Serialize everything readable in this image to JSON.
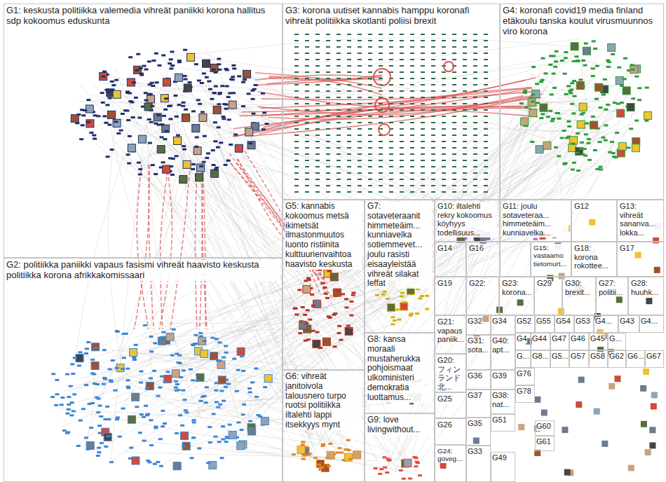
{
  "diagram": {
    "nodes": [
      {
        "text": [
          "G1: keskusta politiikka valemedia vihreät paniikki korona hallitus sdp kokoomus eduskunta"
        ]
      },
      {
        "text": [
          "G3: korona uutiset kannabis hamppu koronafi vihreät politiikka skotlanti poliisi brexit"
        ]
      },
      {
        "text": [
          "G4: koronafi covid19 media finland etäkoulu tanska koulut virusmuunnos viro korona"
        ]
      },
      {
        "text": [
          "G2: politiikka paniikki vapaus fasismi vihreät haavisto keskusta politiikka korona afrikkakomissaari"
        ]
      },
      {
        "text": [
          "G5: kannabis kokoomus metsä ikimetsät ilmastonmuutos luonto ristiinita kulttuurienvaihtoa haavisto keskusta"
        ]
      },
      {
        "text": [
          "G7: sotaveteraanit himmeteäim... kunniavelka sotiemmevet... joulu rasisti eisaayleistää vihreät silakat leffat"
        ]
      },
      {
        "text": [
          "G10: iltalehti rekry kokoomus köyhyys todellisuus..."
        ]
      },
      {
        "text": [
          "G11: joulu sotaveteraa... himmeteäim... kunniavelka..."
        ]
      },
      {
        "text": [
          "G12"
        ]
      },
      {
        "text": [
          "G13: vihreät sananva... lokka..."
        ]
      },
      {
        "text": [
          "G14"
        ]
      },
      {
        "text": [
          "G16"
        ]
      },
      {
        "text": [
          "G15: vastaamo tietomurt..."
        ]
      },
      {
        "text": [
          "G18: korona rokottee..."
        ]
      },
      {
        "text": [
          "G17"
        ]
      },
      {
        "text": [
          "G8: kansa moraali mustaherukka pohjoismaat ulkoministeri demokratia luottamus..."
        ]
      },
      {
        "text": [
          "G19"
        ]
      },
      {
        "text": [
          "G22:"
        ]
      },
      {
        "text": [
          "G23: korona..."
        ]
      },
      {
        "text": [
          "G29"
        ]
      },
      {
        "text": [
          "G30: brexit..."
        ]
      },
      {
        "text": [
          "G27: politii..."
        ]
      },
      {
        "text": [
          "G28: huuhk..."
        ]
      },
      {
        "text": [
          "G21: vapaus paniik..."
        ]
      },
      {
        "text": [
          "G32"
        ]
      },
      {
        "text": [
          "G34"
        ]
      },
      {
        "text": [
          "G52"
        ]
      },
      {
        "text": [
          "G55"
        ]
      },
      {
        "text": [
          "G54"
        ]
      },
      {
        "text": [
          "G53"
        ]
      },
      {
        "text": [
          "G4..."
        ]
      },
      {
        "text": [
          "G43"
        ]
      },
      {
        "text": [
          "G4..."
        ]
      },
      {
        "text": [
          "G31: sota..."
        ]
      },
      {
        "text": [
          "G40: apt..."
        ]
      },
      {
        "text": [
          "G4"
        ]
      },
      {
        "text": [
          "G44"
        ]
      },
      {
        "text": [
          "G47"
        ]
      },
      {
        "text": [
          "G46"
        ]
      },
      {
        "text": [
          "G45"
        ]
      },
      {
        "text": [
          "G..."
        ]
      },
      {
        "text": [
          "G..."
        ]
      },
      {
        "text": [
          "G8..."
        ]
      },
      {
        "text": [
          "G5..."
        ]
      },
      {
        "text": [
          "G57"
        ]
      },
      {
        "text": [
          "G58"
        ]
      },
      {
        "text": [
          "G62"
        ]
      },
      {
        "text": [
          "G6..."
        ]
      },
      {
        "text": [
          "G67"
        ]
      },
      {
        "text": [
          "G20: フィンランド 北..."
        ]
      },
      {
        "text": [
          "G36"
        ]
      },
      {
        "text": [
          "G39"
        ]
      },
      {
        "text": [
          "G76"
        ]
      },
      {
        "text": [
          "G6: vihreät janitoivola talousnero turpo ruotsi politiikka iltalehti lappi itsekkyys mynt"
        ]
      },
      {
        "text": [
          "G9: love livingwithout..."
        ]
      },
      {
        "text": [
          "G25"
        ]
      },
      {
        "text": [
          "G37"
        ]
      },
      {
        "text": [
          "G38: nat..."
        ]
      },
      {
        "text": [
          "G78"
        ]
      },
      {
        "text": [
          "G26"
        ]
      },
      {
        "text": [
          "G35"
        ]
      },
      {
        "text": [
          "G51"
        ]
      },
      {
        "text": [
          "G60"
        ]
      },
      {
        "text": [
          "G61"
        ]
      },
      {
        "text": [
          "G24: goveg..."
        ]
      },
      {
        "text": [
          "G33"
        ]
      },
      {
        "text": [
          "G49"
        ]
      }
    ]
  }
}
